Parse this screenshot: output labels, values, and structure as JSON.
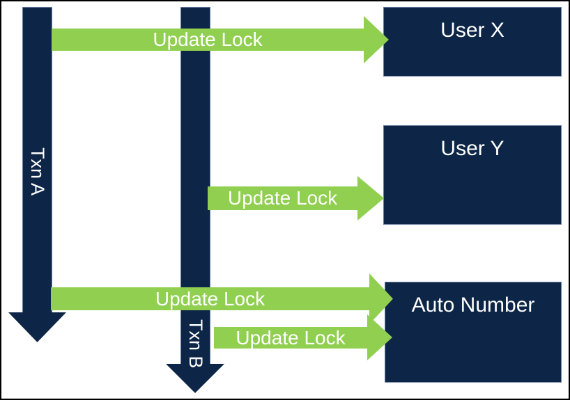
{
  "diagram": {
    "lanes": [
      {
        "id": "txn-a",
        "label": "Txn A"
      },
      {
        "id": "txn-b",
        "label": "Txn B"
      }
    ],
    "boxes": [
      {
        "id": "user-x",
        "label": "User X"
      },
      {
        "id": "user-y",
        "label": "User Y"
      },
      {
        "id": "auto-number",
        "label": "Auto Number"
      }
    ],
    "arrows": [
      {
        "label": "Update Lock",
        "from": "txn-a",
        "to": "user-x"
      },
      {
        "label": "Update Lock",
        "from": "txn-b",
        "to": "user-y"
      },
      {
        "label": "Update Lock",
        "from": "txn-a",
        "to": "auto-number"
      },
      {
        "label": "Update Lock",
        "from": "txn-b",
        "to": "auto-number"
      }
    ]
  },
  "colors": {
    "navy": "#0d2647",
    "green": "#90cf50",
    "label_text": "#ffffff",
    "background": "#ffffff",
    "border": "#000000"
  }
}
